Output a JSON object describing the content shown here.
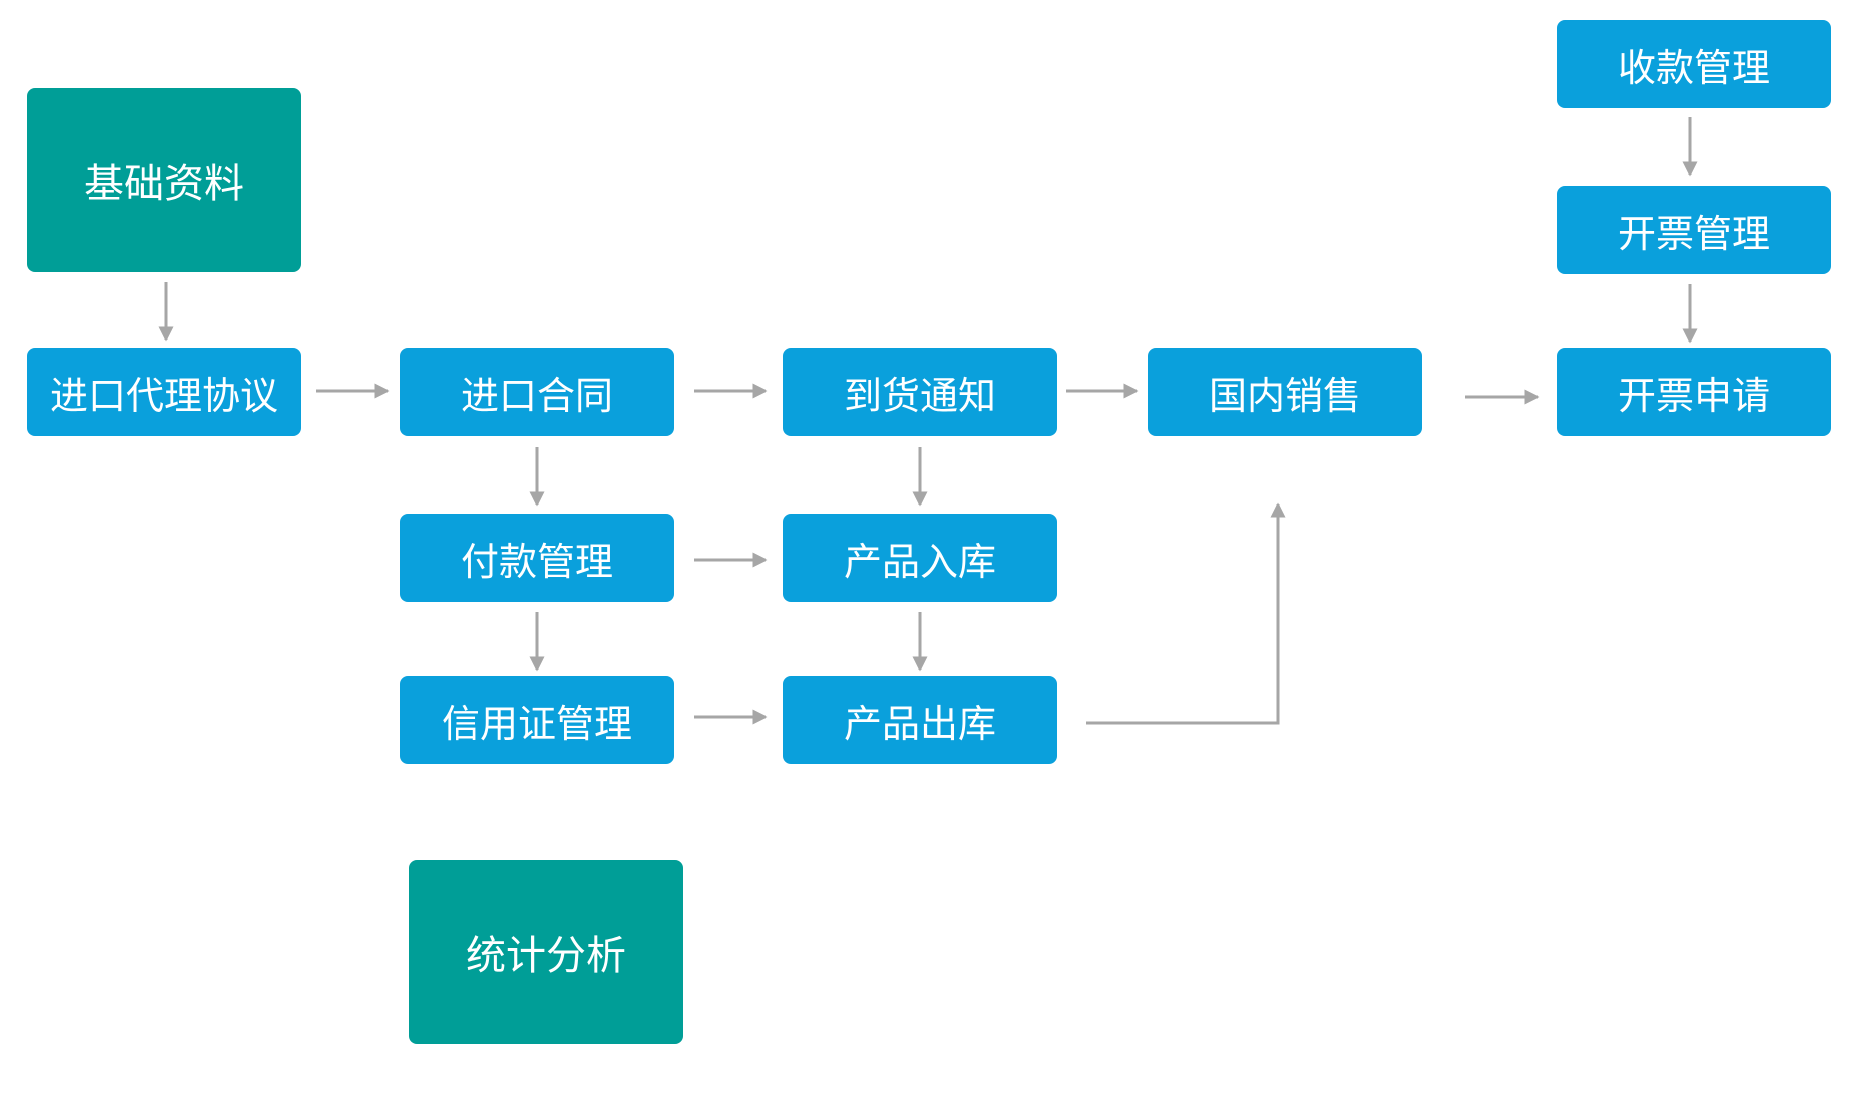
{
  "colors": {
    "process_box": "#0aa0dc",
    "module_box": "#009e97",
    "arrow": "#a6a6a6",
    "text": "#ffffff"
  },
  "nodes": {
    "basic_data": "基础资料",
    "import_agency_agreement": "进口代理协议",
    "import_contract": "进口合同",
    "arrival_notice": "到货通知",
    "domestic_sales": "国内销售",
    "invoice_application": "开票申请",
    "invoicing_management": "开票管理",
    "collection_management": "收款管理",
    "payment_management": "付款管理",
    "product_inbound": "产品入库",
    "letter_of_credit_management": "信用证管理",
    "product_outbound": "产品出库",
    "statistical_analysis": "统计分析"
  }
}
